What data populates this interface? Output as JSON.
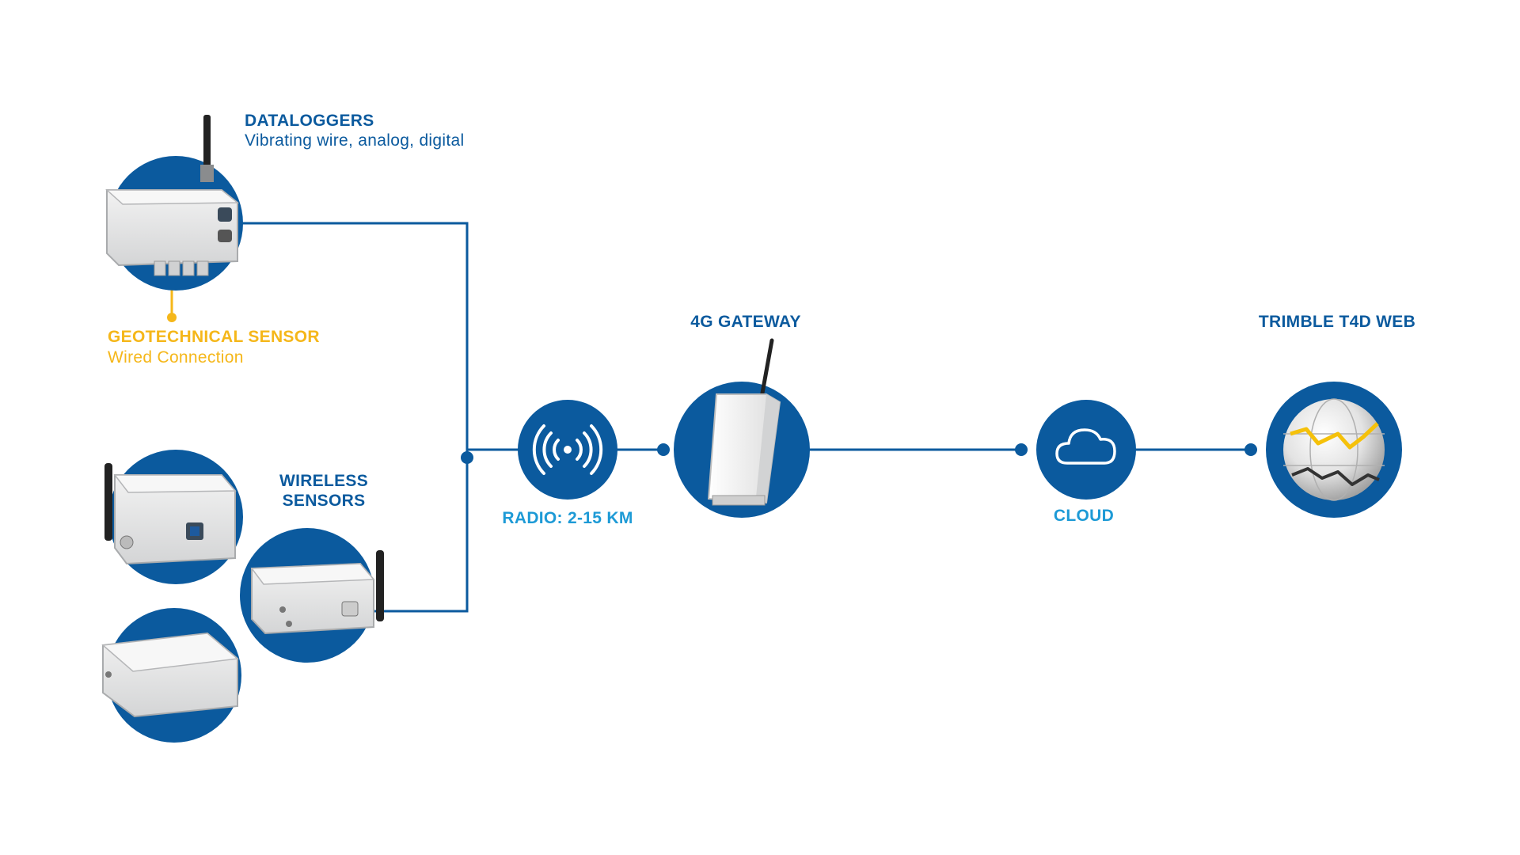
{
  "colors": {
    "primary": "#0b5a9e",
    "link": "#0b5a9e",
    "accent": "#f5b71a",
    "light_label": "#1d9ad6",
    "device_body": "#e6e7e8",
    "device_shade": "#c9cacc"
  },
  "dataloggers": {
    "title": "DATALOGGERS",
    "subtitle": "Vibrating wire, analog, digital",
    "icon": "datalogger-box-with-antenna"
  },
  "geotechnical_sensor": {
    "title": "GEOTECHNICAL SENSOR",
    "subtitle": "Wired Connection"
  },
  "wireless_sensors": {
    "title_line1": "WIRELESS",
    "title_line2": "SENSORS",
    "icons": [
      "wireless-sensor-box",
      "wireless-sensor-box",
      "wireless-sensor-box"
    ]
  },
  "radio": {
    "label": "RADIO: 2-15 KM",
    "icon": "radio-waves-icon"
  },
  "gateway": {
    "label": "4G GATEWAY",
    "icon": "gateway-device"
  },
  "cloud": {
    "label": "CLOUD",
    "icon": "cloud-icon"
  },
  "web": {
    "label": "TRIMBLE T4D WEB",
    "icon": "globe-graph-icon"
  }
}
